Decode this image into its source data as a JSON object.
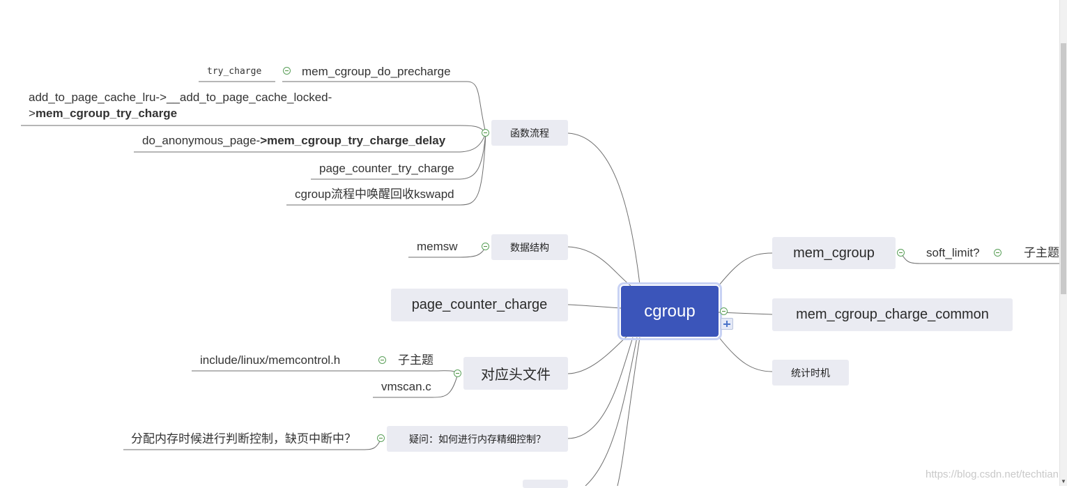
{
  "root": {
    "label": "cgroup"
  },
  "left_topics": {
    "func_flow": "函数流程",
    "data_struct": "数据结构",
    "page_counter_charge": "page_counter_charge",
    "header_files": "对应头文件",
    "question": "疑问：如何进行内存精细控制？"
  },
  "right_topics": {
    "mem_cgroup": "mem_cgroup",
    "mem_cgroup_charge_common": "mem_cgroup_charge_common",
    "stat_timing": "统计时机"
  },
  "leaves": {
    "mem_cgroup_do_precharge": "mem_cgroup_do_precharge",
    "try_charge": "try_charge",
    "add_to_page_cache_line1": "add_to_page_cache_lru->__add_to_page_cache_locked-",
    "add_to_page_cache_line2_prefix": ">",
    "add_to_page_cache_line2_bold": "mem_cgroup_try_charge",
    "do_anonymous_prefix": "do_anonymous_page-",
    "do_anonymous_bold": ">mem_cgroup_try_charge_delay",
    "page_counter_try_charge": "page_counter_try_charge",
    "cgroup_kswapd": "cgroup流程中唤醒回收kswapd",
    "memsw": "memsw",
    "memcontrol_h": "include/linux/memcontrol.h",
    "subtopic_left": "子主题",
    "vmscan_c": "vmscan.c",
    "alloc_question": "分配内存时候进行判断控制，缺页中断中？",
    "soft_limit": "soft_limit?",
    "subtopic_right": "子主题"
  },
  "watermark": "https://blog.csdn.net/techtian",
  "colors": {
    "root_fill": "#3b55ba",
    "topic_fill": "#eaebf2",
    "connector": "#666666",
    "toggle": "#5aa05a"
  }
}
